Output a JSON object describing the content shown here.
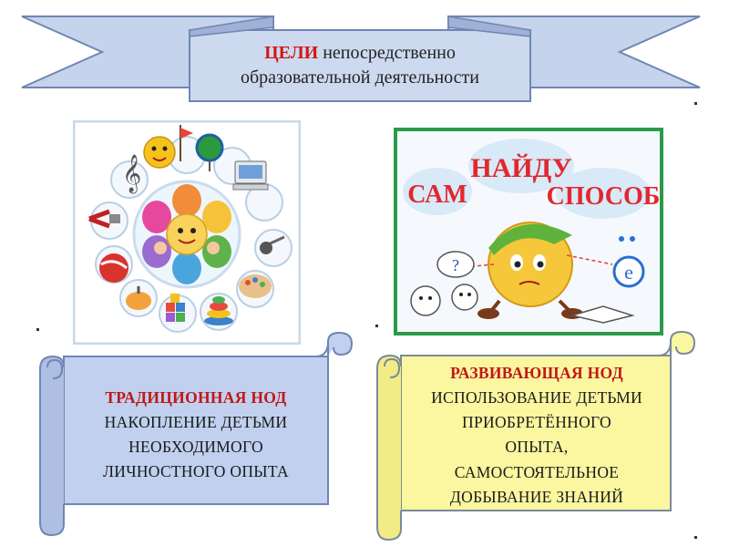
{
  "header": {
    "accent": "ЦЕЛИ",
    "line1_rest": "непосредственно",
    "line2": "образовательной деятельности"
  },
  "left_image": {
    "icon": "education-flower-wheel-illustration"
  },
  "right_image": {
    "icon": "cartoon-kolobok-thinking-illustration",
    "word1": "САМ",
    "word2": "НАЙДУ",
    "word3": "СПОСОБ"
  },
  "left_scroll": {
    "heading": "ТРАДИЦИОННАЯ НОД",
    "lines": [
      "НАКОПЛЕНИЕ ДЕТЬМИ",
      "НЕОБХОДИМОГО",
      "ЛИЧНОСТНОГО ОПЫТА"
    ]
  },
  "right_scroll": {
    "heading": "РАЗВИВАЮЩАЯ НОД",
    "lines": [
      "ИСПОЛЬЗОВАНИЕ ДЕТЬМИ",
      "ПРИОБРЕТЁННОГО",
      "ОПЫТА,",
      "САМОСТОЯТЕЛЬНОЕ",
      "ДОБЫВАНИЕ ЗНАНИЙ"
    ]
  },
  "colors": {
    "banner": "#c5d3ec",
    "banner_stroke": "#6f86b2",
    "left_scroll": "#c0d0ee",
    "right_scroll": "#fbf6a0",
    "accent": "#d01818"
  }
}
